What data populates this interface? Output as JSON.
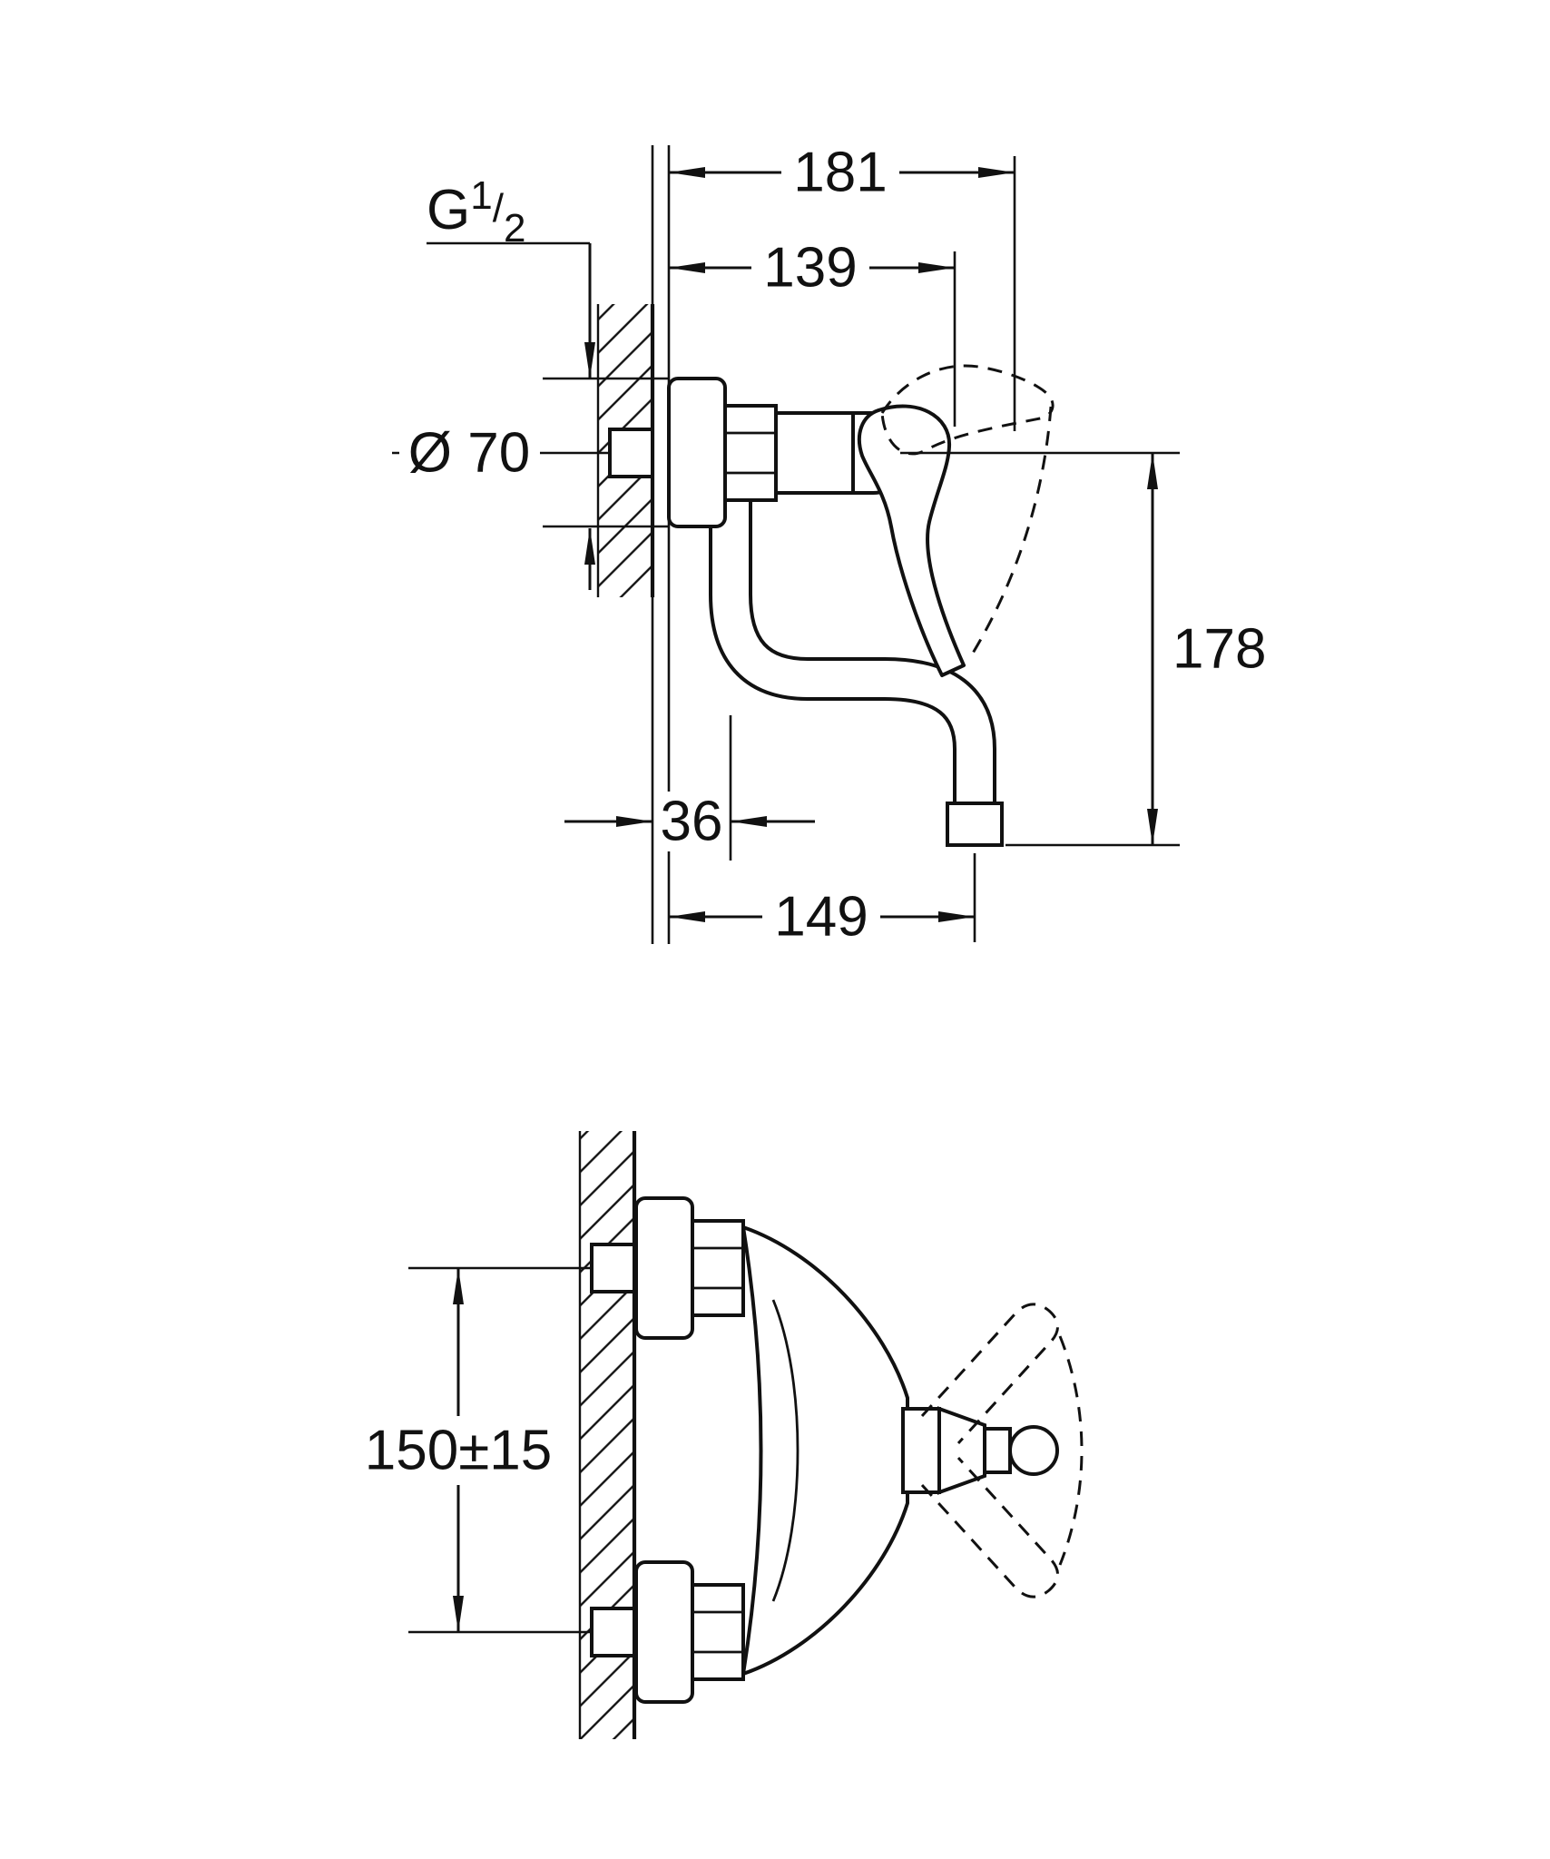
{
  "page": {
    "background": "#ffffff",
    "line_color": "#111111"
  },
  "drawing": {
    "title": "Wall-mounted single-lever mixer with tubular swivel spout — installation dimension drawing",
    "views": [
      {
        "id": "side-view",
        "description": "Side elevation: wall, S-union, escutcheon, body, lever (with dashed swing position), swan-neck spout"
      },
      {
        "id": "plan-view",
        "description": "Top view: two wall unions, body, handle with dashed swing range"
      }
    ]
  },
  "dimensions": {
    "thread_parts": [
      "G",
      "1",
      "/",
      "2"
    ],
    "escutcheon_diameter": "Ø 70",
    "width_overall": "181",
    "width_to_lever": "139",
    "height_drop": "178",
    "offset_riser": "36",
    "reach_spout": "149",
    "hole_spacing": "150±15"
  }
}
